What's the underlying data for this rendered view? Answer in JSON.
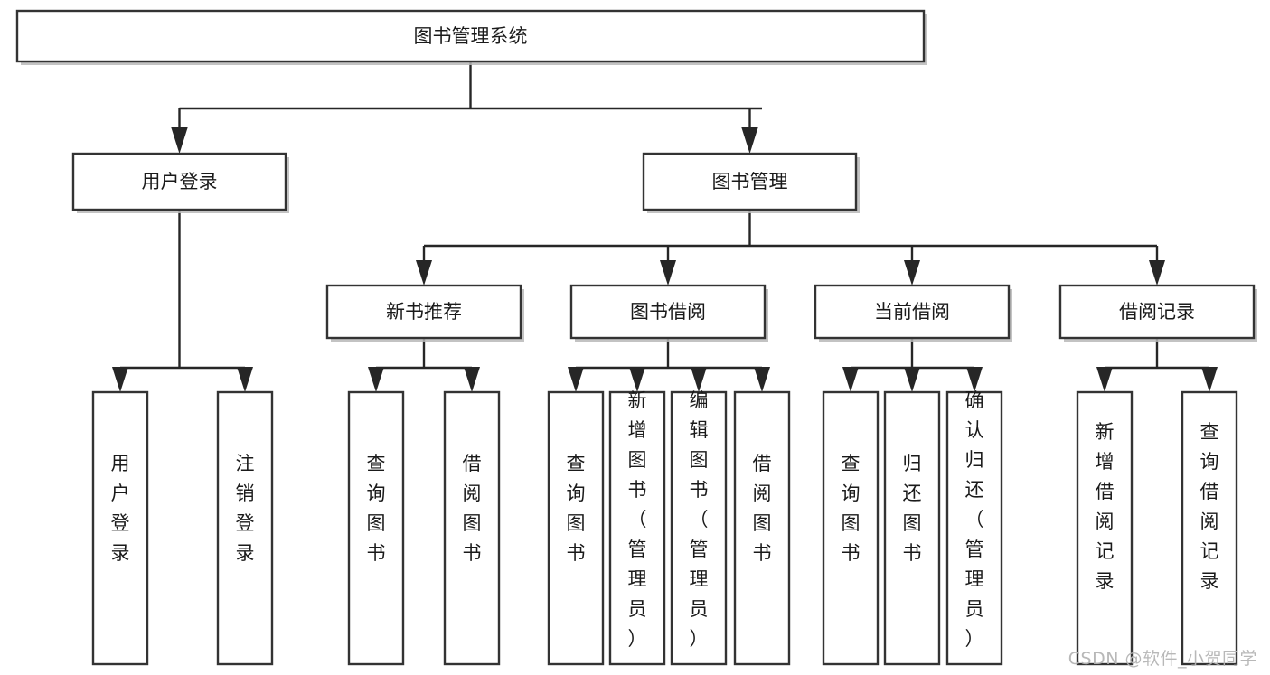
{
  "diagram": {
    "type": "tree",
    "title": "图书管理系统",
    "orientation": "top-down",
    "watermark": "CSDN @软件_小贺同学",
    "colors": {
      "box_stroke": "#333333",
      "box_fill": "#ffffff",
      "connector": "#262626",
      "text": "#1a1a1a",
      "watermark": "#b5b5b5",
      "background": "#ffffff"
    },
    "root": {
      "label": "图书管理系统"
    },
    "level2": [
      {
        "label": "用户登录"
      },
      {
        "label": "图书管理"
      }
    ],
    "level3": [
      {
        "label": "新书推荐"
      },
      {
        "label": "图书借阅"
      },
      {
        "label": "当前借阅"
      },
      {
        "label": "借阅记录"
      }
    ],
    "leaves": {
      "user_login": [
        {
          "label": "用户登录"
        },
        {
          "label": "注销登录"
        }
      ],
      "new_book_recommend": [
        {
          "label": "查询图书"
        },
        {
          "label": "借阅图书"
        }
      ],
      "book_borrow": [
        {
          "label": "查询图书"
        },
        {
          "label": "新增图书（管理员）"
        },
        {
          "label": "编辑图书（管理员）"
        },
        {
          "label": "借阅图书"
        }
      ],
      "current_borrow": [
        {
          "label": "查询图书"
        },
        {
          "label": "归还图书"
        },
        {
          "label": "确认归还（管理员）"
        }
      ],
      "borrow_records": [
        {
          "label": "新增借阅记录"
        },
        {
          "label": "查询借阅记录"
        }
      ]
    }
  }
}
